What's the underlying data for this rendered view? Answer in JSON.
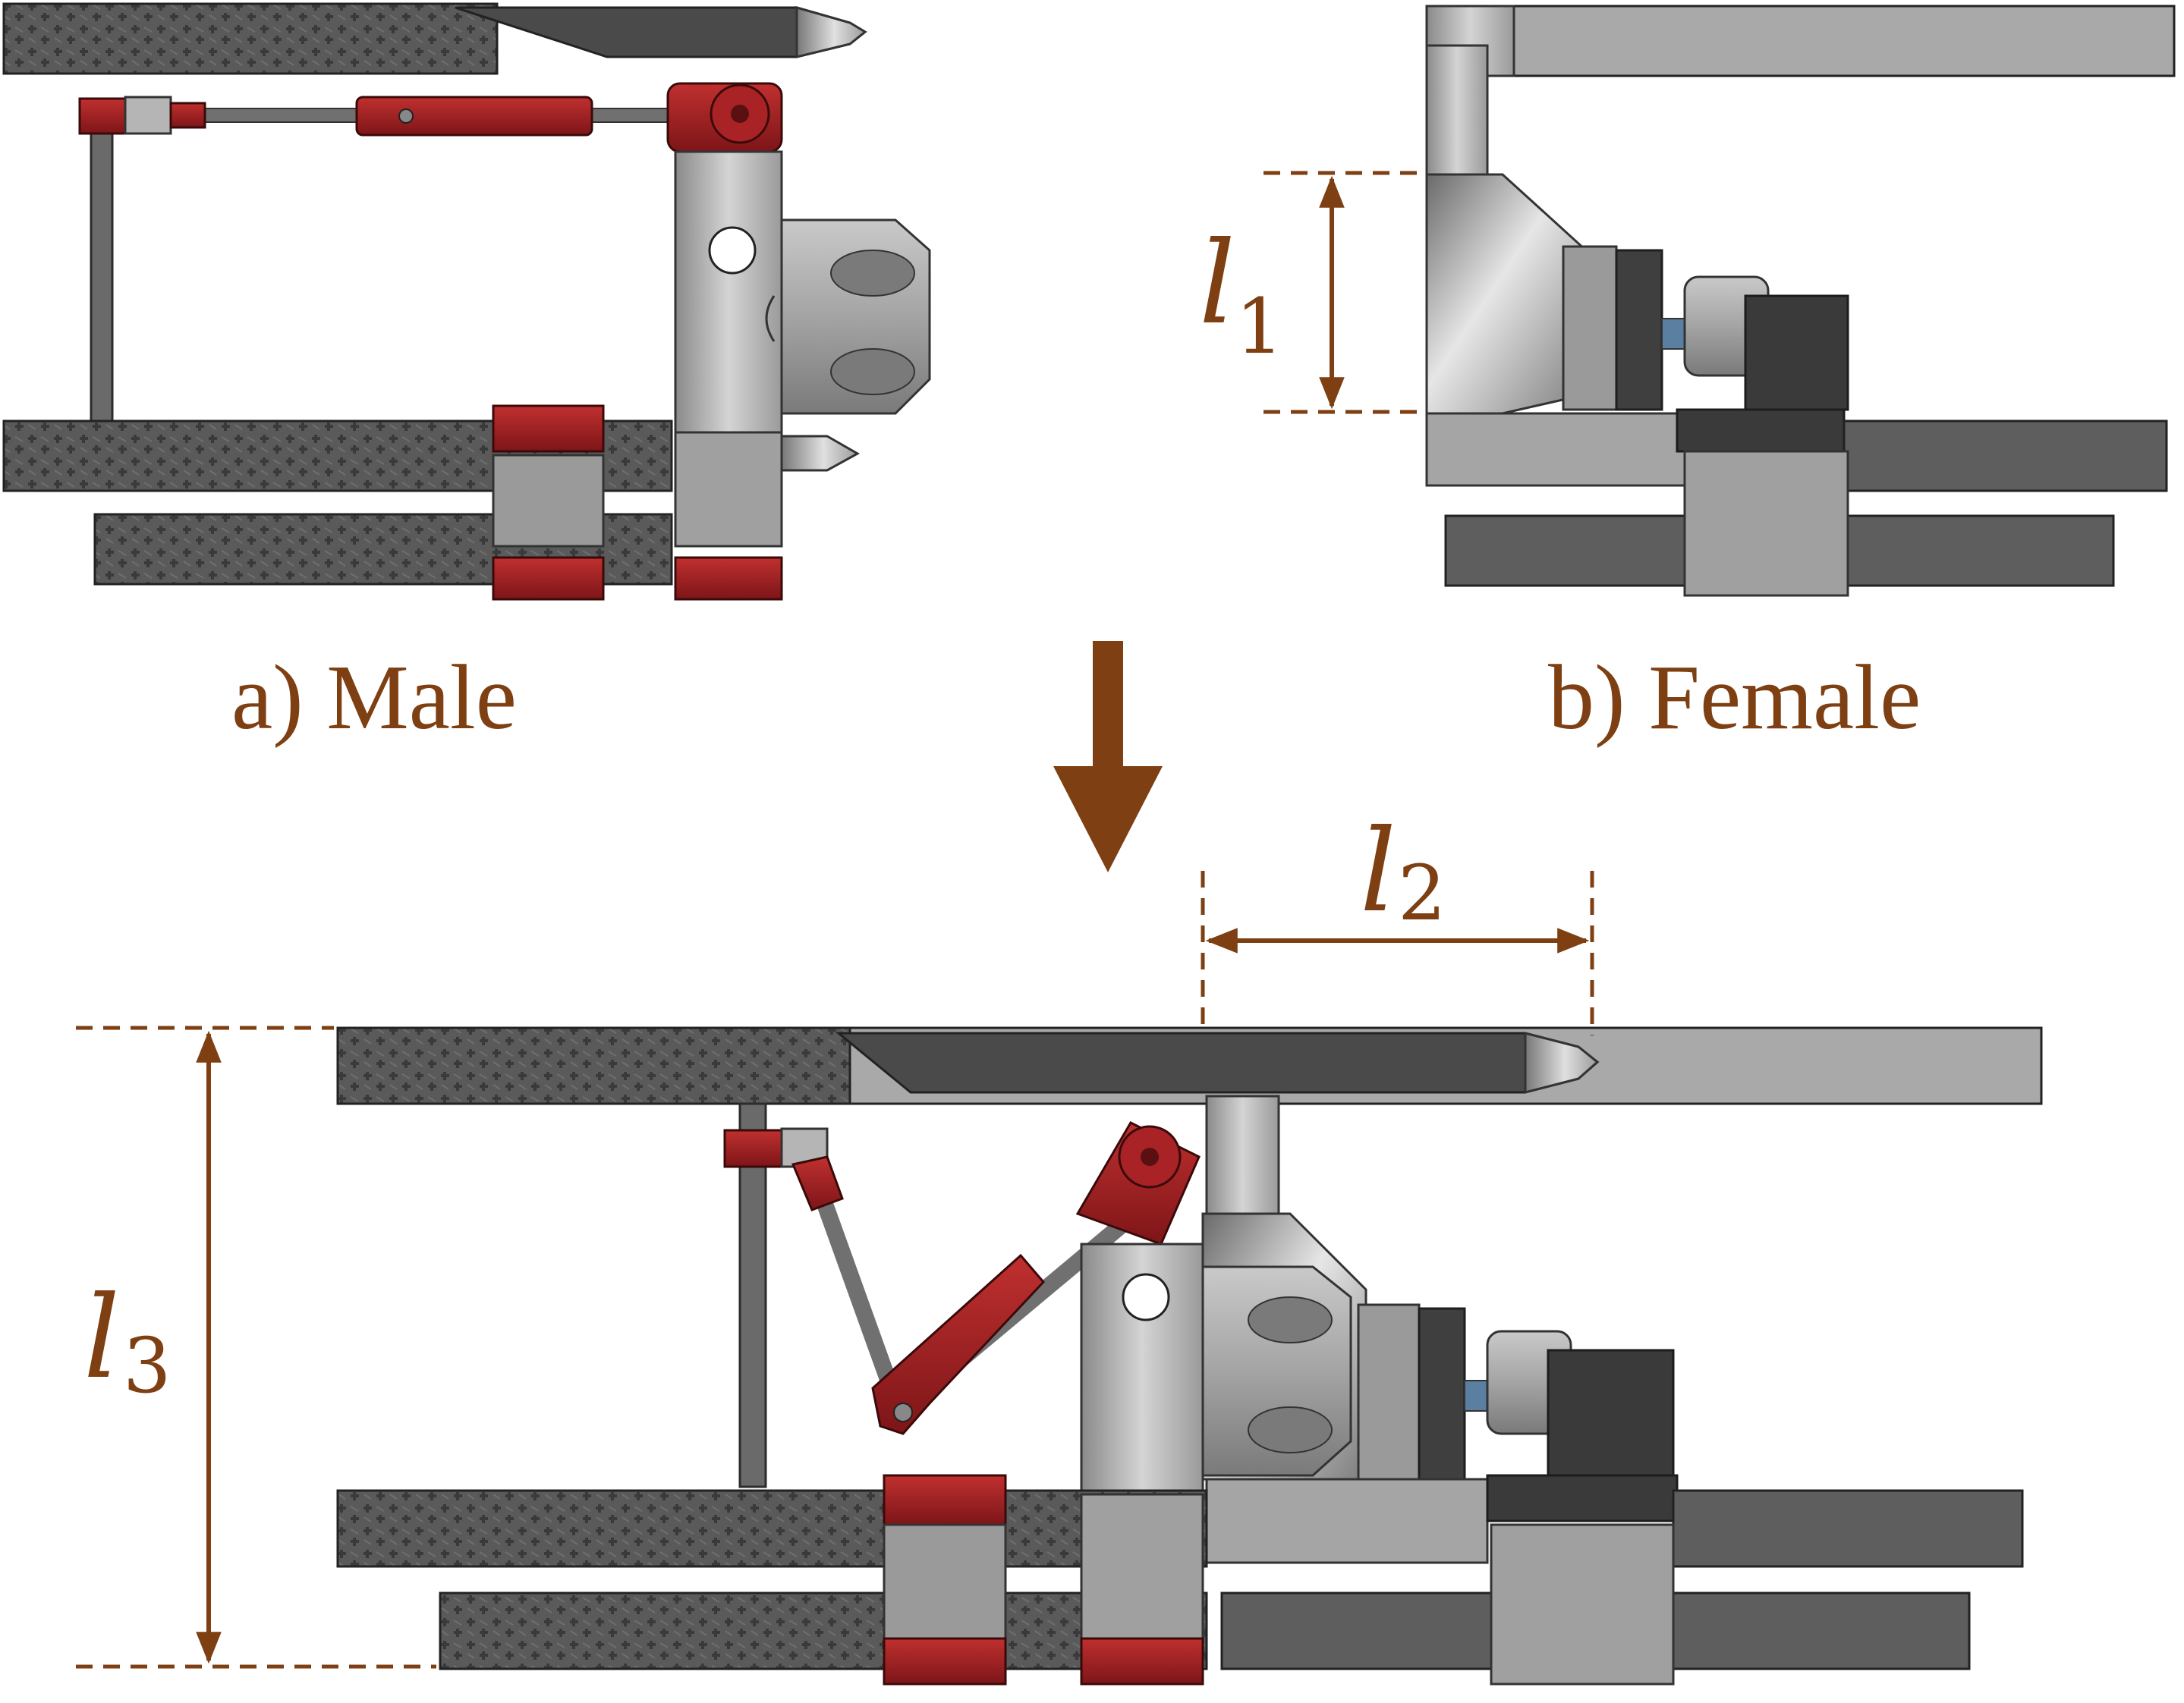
{
  "captions": {
    "male": "a) Male",
    "female": "b) Female"
  },
  "dimensions": {
    "l1": {
      "symbol": "l",
      "subscript": "1"
    },
    "l2": {
      "symbol": "l",
      "subscript": "2"
    },
    "l3": {
      "symbol": "l",
      "subscript": "3"
    }
  },
  "colors": {
    "annotation": "#7e3f12",
    "link_red": "#a01e22",
    "metal_gray": "#a8a8a8",
    "carbon_dark": "#545454"
  }
}
